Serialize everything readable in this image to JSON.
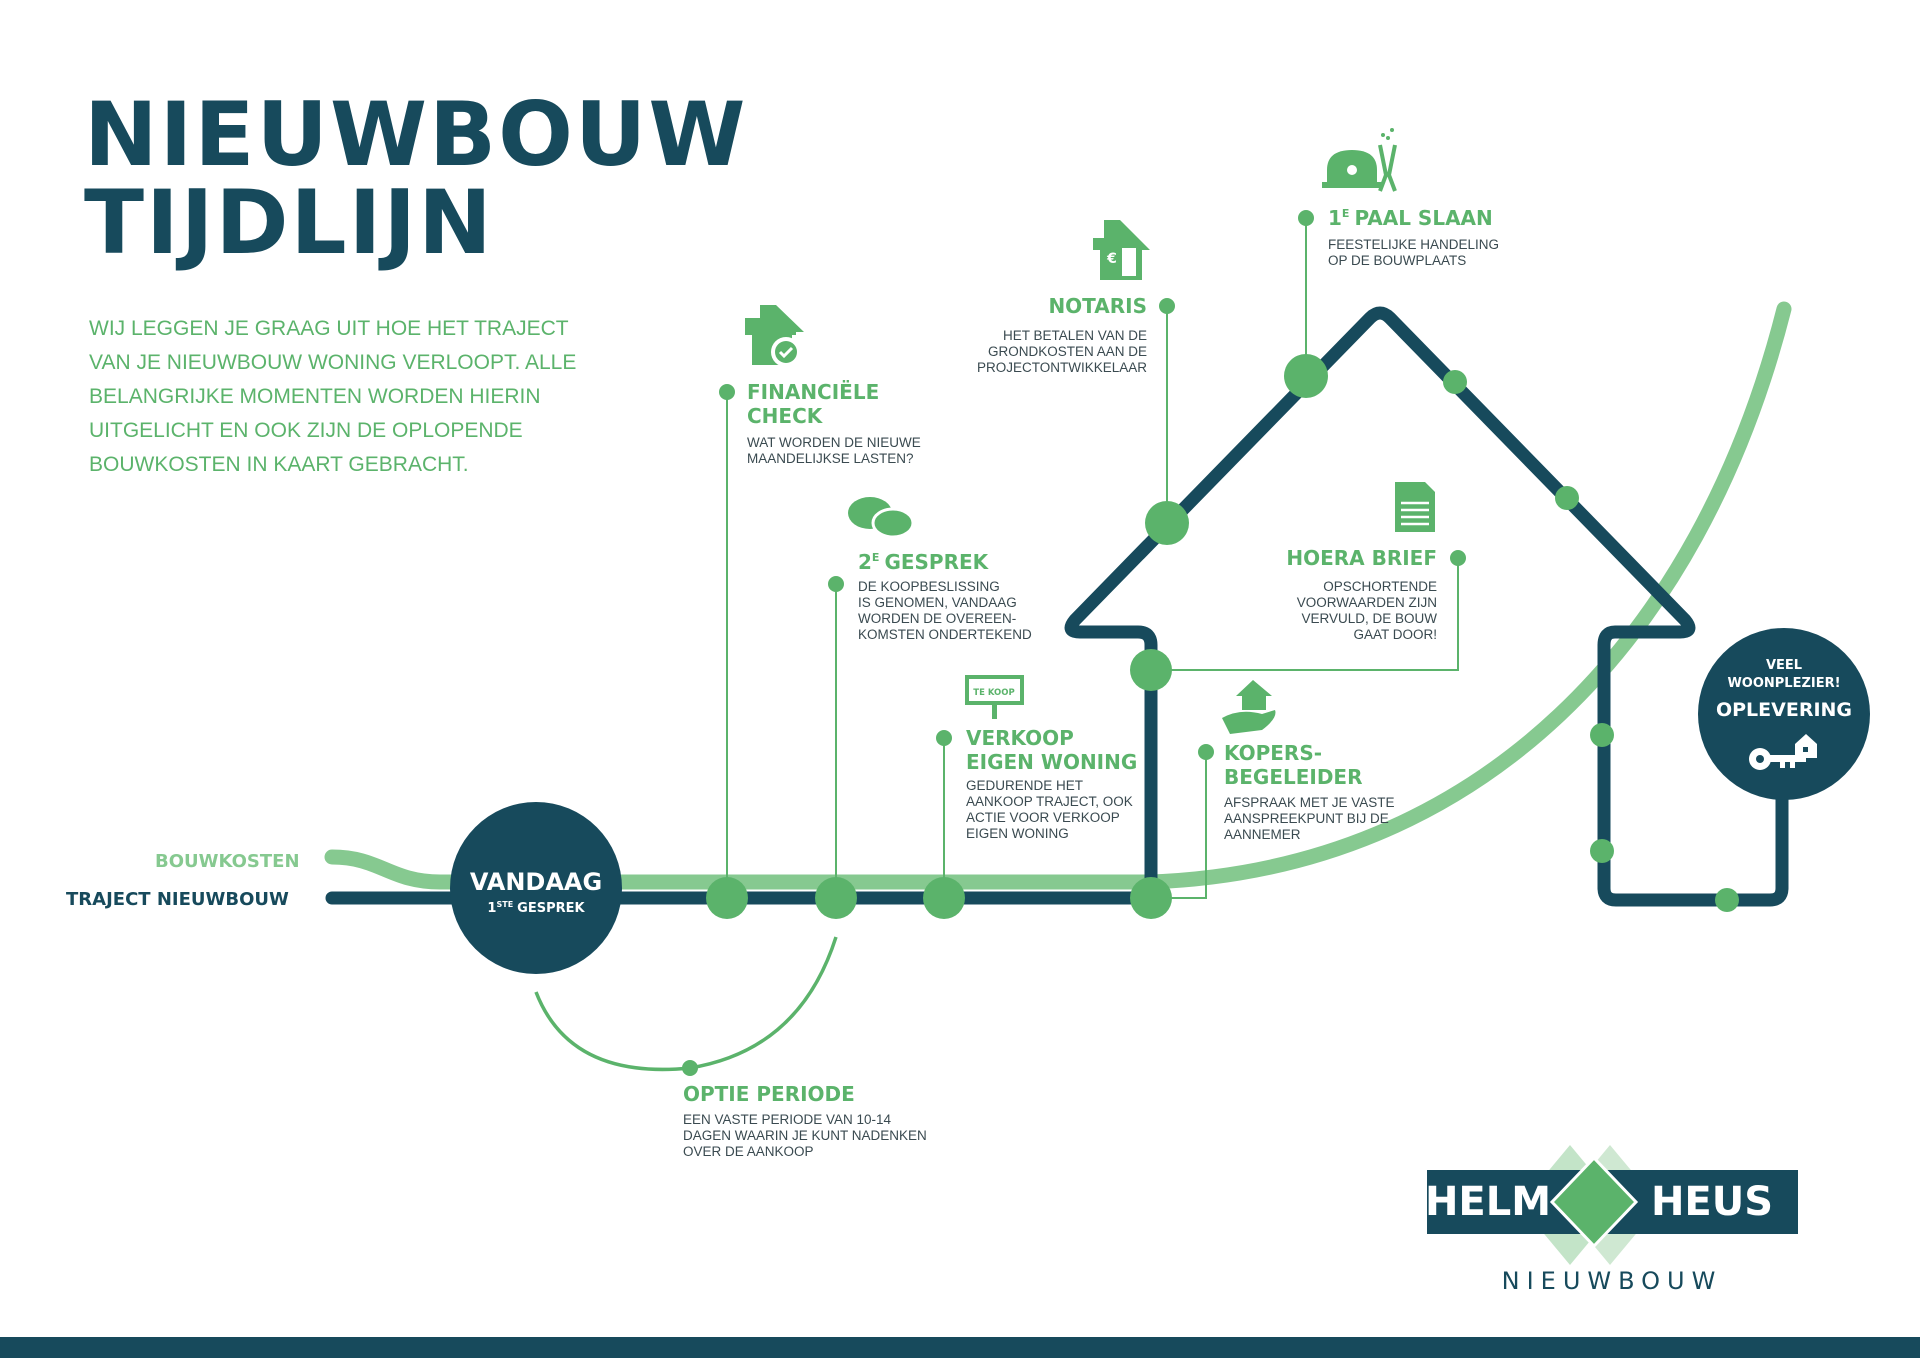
{
  "title": {
    "line1": "NIEUWBOUW",
    "line2": "TIJDLIJN"
  },
  "intro": [
    "WIJ LEGGEN JE GRAAG UIT HOE HET TRAJECT",
    "VAN JE NIEUWBOUW WONING VERLOOPT. ALLE",
    "BELANGRIJKE MOMENTEN WORDEN HIERIN",
    "UITGELICHT EN OOK ZIJN DE OPLOPENDE",
    "BOUWKOSTEN IN KAART GEBRACHT."
  ],
  "legend": {
    "bouwkosten": "BOUWKOSTEN",
    "traject": "TRAJECT NIEUWBOUW"
  },
  "vandaag": {
    "title": "VANDAAG",
    "num": "1",
    "sup": "STE",
    "sub": "GESPREK"
  },
  "steps": {
    "financiele": {
      "title": [
        "FINANCIËLE",
        "CHECK"
      ],
      "desc": [
        "WAT WORDEN DE NIEUWE",
        "MAANDELIJKSE LASTEN?"
      ],
      "icon": "house-check-icon"
    },
    "gesprek2": {
      "num": "2",
      "sup": "E",
      "title": "GESPREK",
      "desc": [
        "DE KOOPBESLISSING",
        "IS GENOMEN, VANDAAG",
        "WORDEN DE OVEREEN-",
        "KOMSTEN ONDERTEKEND"
      ],
      "icon": "speech-bubbles-icon"
    },
    "verkoop": {
      "title": [
        "VERKOOP",
        "EIGEN WONING"
      ],
      "desc": [
        "GEDURENDE HET",
        "AANKOOP TRAJECT, OOK",
        "ACTIE VOOR VERKOOP",
        "EIGEN WONING"
      ],
      "sign": "TE KOOP",
      "icon": "for-sale-sign-icon"
    },
    "notaris": {
      "title": "NOTARIS",
      "desc": [
        "HET BETALEN VAN DE",
        "GRONDKOSTEN AAN DE",
        "PROJECTONTWIKKELAAR"
      ],
      "icon": "house-euro-icon"
    },
    "paal": {
      "num": "1",
      "sup": "E",
      "title": "PAAL SLAAN",
      "desc": [
        "FEESTELIJKE HANDELING",
        "OP DE BOUWPLAATS"
      ],
      "icon": "helmet-champagne-icon"
    },
    "hoera": {
      "title": "HOERA BRIEF",
      "desc": [
        "OPSCHORTENDE",
        "VOORWAARDEN ZIJN",
        "VERVULD, DE BOUW",
        "GAAT DOOR!"
      ],
      "icon": "document-icon"
    },
    "kopers": {
      "title": [
        "KOPERS-",
        "BEGELEIDER"
      ],
      "desc": [
        "AFSPRAAK MET JE VASTE",
        "AANSPREEKPUNT BIJ DE",
        "AANNEMER"
      ],
      "icon": "hand-house-icon"
    },
    "optie": {
      "title": "OPTIE PERIODE",
      "desc": [
        "EEN VASTE PERIODE VAN 10-14",
        "DAGEN WAARIN JE KUNT NADENKEN",
        "OVER DE AANKOOP"
      ]
    }
  },
  "oplevering": {
    "line1": "VEEL",
    "line2": "WOONPLEZIER!",
    "title": "OPLEVERING",
    "icon": "key-house-icon"
  },
  "logo": {
    "left": "HELM",
    "right": "HEUS",
    "sub": "NIEUWBOUW"
  },
  "colors": {
    "dark": "#174a5c",
    "green": "#5bb36b",
    "light_green": "#86c990"
  }
}
